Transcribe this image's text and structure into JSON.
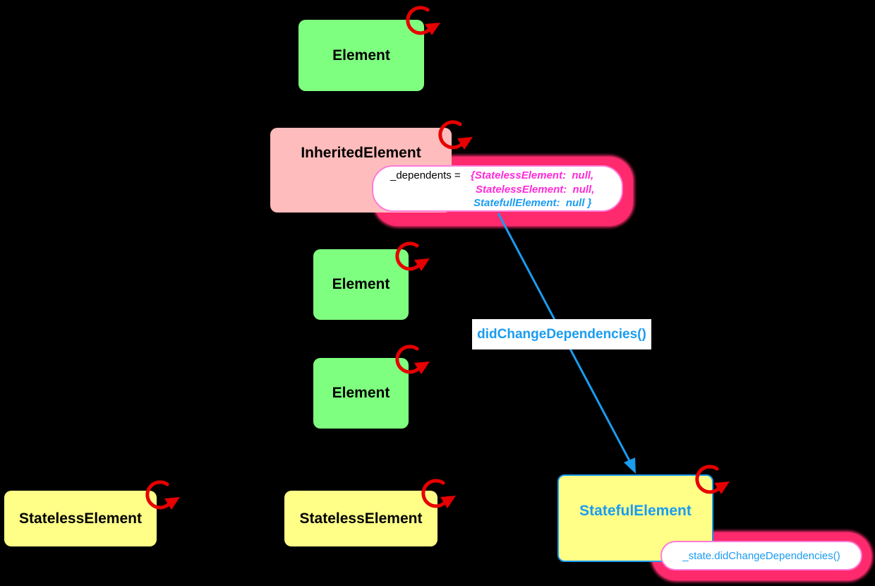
{
  "nodes": {
    "element_top": "Element",
    "inherited_element": "InheritedElement",
    "element_mid1": "Element",
    "element_mid2": "Element",
    "stateless_left": "StatelessElement",
    "stateless_center": "StatelessElement",
    "stateful": "StatefulElement"
  },
  "dependents": {
    "prefix": "_dependents = ",
    "line1": "{StatelessElement:  null,",
    "line2": "StatelessElement:  null,",
    "line3": "StatefullElement:  null }"
  },
  "edge_label": "didChangeDependencies()",
  "state_call": "_state.didChangeDependencies()",
  "colors": {
    "background": "#000000",
    "element": "#7fff7f",
    "inherited": "#ffbcbc",
    "stateless": "#ffff88",
    "arrow": "#1a9cf0",
    "rebuild_icon": "#e60000",
    "highlight": "#ff2a6d"
  },
  "icons": [
    "rebuild-icon",
    "arrow-head-icon"
  ]
}
